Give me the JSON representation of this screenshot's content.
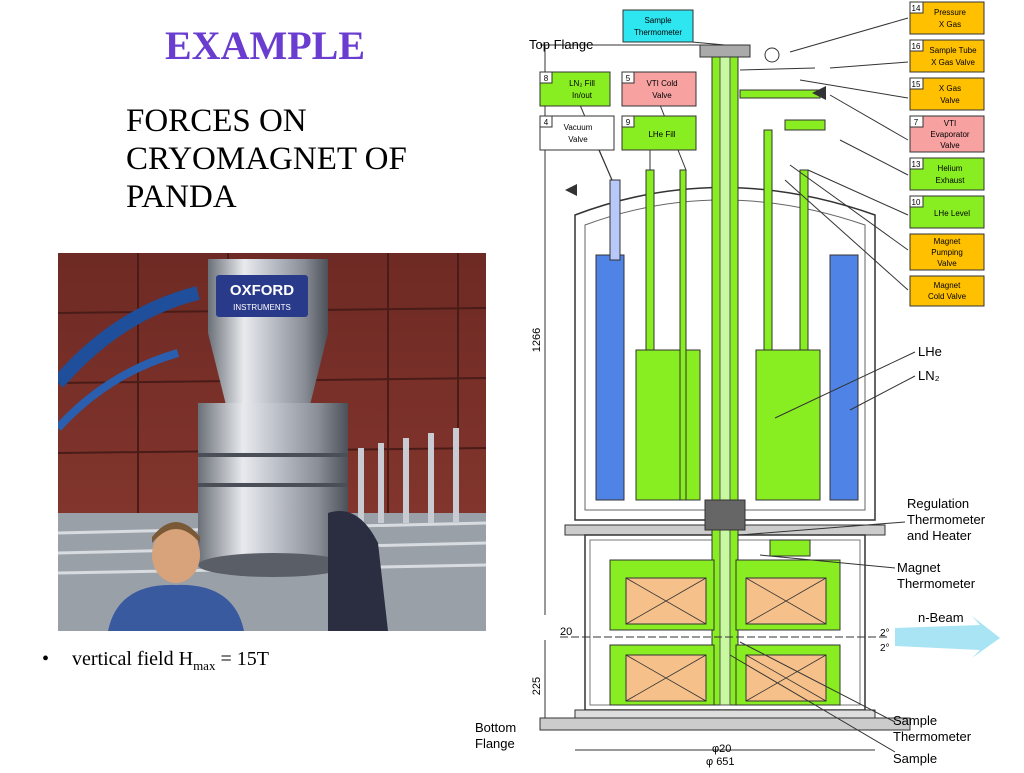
{
  "slide": {
    "title": "EXAMPLE",
    "subtitle_line1": "FORCES ON",
    "subtitle_line2": "CRYOMAGNET OF",
    "subtitle_line3": "PANDA",
    "bullet_prefix": "vertical field H",
    "bullet_sub": "max",
    "bullet_suffix": " = 15T"
  },
  "photo": {
    "logo_line1": "OXFORD",
    "logo_line2": "INSTRUMENTS"
  },
  "colors": {
    "title": "#6a3cd0",
    "lhe_green": "#88ee22",
    "ln2_blue": "#4f84e6",
    "coil_orange": "#f5c08a",
    "label_green": "#88ee22",
    "label_orange": "#ffc000",
    "label_pink": "#f7a1a1",
    "label_cyan": "#2ee6f0",
    "beam": "#a8e4f4"
  },
  "diagram": {
    "sample_thermo_top": {
      "line1": "Sample",
      "line2": "Thermometer"
    },
    "top_flange": "Top Flange",
    "bottom_flange": {
      "line1": "Bottom",
      "line2": "Flange"
    },
    "left_boxes": [
      {
        "num": "8",
        "line1": "LN₂ Fill",
        "line2": "In/out"
      },
      {
        "num": "5",
        "line1": "VTI Cold",
        "line2": "Valve"
      },
      {
        "num": "4",
        "line1": "Vacuum",
        "line2": "Valve"
      },
      {
        "num": "9",
        "line1": "LHe Fill",
        "line2": ""
      }
    ],
    "right_boxes": [
      {
        "num": "14",
        "line1": "Pressure",
        "line2": "X Gas",
        "line3": ""
      },
      {
        "num": "16",
        "line1": "Sample Tube",
        "line2": "X Gas Valve",
        "line3": ""
      },
      {
        "num": "15",
        "line1": "X Gas",
        "line2": "Valve",
        "line3": ""
      },
      {
        "num": "7",
        "line1": "VTI",
        "line2": "Evaporator",
        "line3": "Valve"
      },
      {
        "num": "13",
        "line1": "Helium",
        "line2": "Exhaust",
        "line3": ""
      },
      {
        "num": "10",
        "line1": "LHe Level",
        "line2": "",
        "line3": ""
      },
      {
        "num": "",
        "line1": "Magnet",
        "line2": "Pumping",
        "line3": "Valve"
      },
      {
        "num": "",
        "line1": "Magnet",
        "line2": "Cold Valve",
        "line3": ""
      }
    ],
    "lhe": "LHe",
    "ln2": "LN₂",
    "regulation": {
      "line1": "Regulation",
      "line2": "Thermometer",
      "line3": "and Heater"
    },
    "magnet_thermo": {
      "line1": "Magnet",
      "line2": "Thermometer"
    },
    "nbeam": "n-Beam",
    "sample_thermo": {
      "line1": "Sample",
      "line2": "Thermometer"
    },
    "sample": "Sample",
    "dims": {
      "height": "1266",
      "gap": "20",
      "lower": "225",
      "angle_top": "2°",
      "angle_bottom": "2°",
      "phi20": "φ20",
      "phi651": "φ 651"
    }
  }
}
